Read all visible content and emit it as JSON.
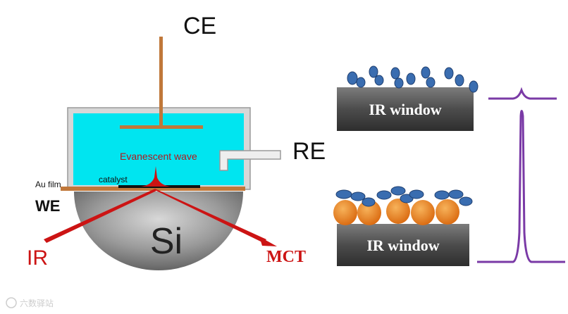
{
  "cell": {
    "ce_label": "CE",
    "re_label": "RE",
    "we_label": "WE",
    "au_film_label": "Au film",
    "catalyst_label": "catalyst",
    "evanescent_label": "Evanescent wave",
    "prism_label": "Si",
    "ir_label": "IR",
    "mct_label": "MCT",
    "colors": {
      "electrolyte": "#00e5f0",
      "electrode": "#c0783a",
      "beam": "#cc1414",
      "prism": "#777777"
    }
  },
  "panels": {
    "top_window_label": "IR window",
    "bottom_window_label": "IR window",
    "colors": {
      "molecule": "#3a6db0",
      "particle": "#e8821e",
      "spectrum": "#7a3aa6"
    }
  },
  "watermark": "六数驿站"
}
